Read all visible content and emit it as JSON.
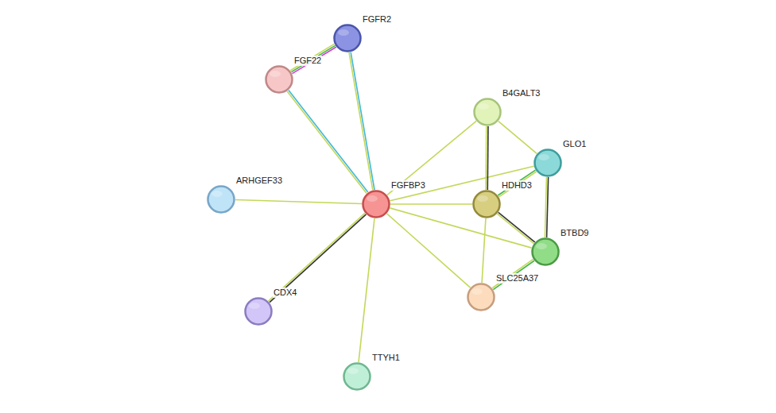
{
  "diagram": {
    "nodes": [
      {
        "text": [
          "FGFR2"
        ]
      },
      {
        "text": [
          "FGF22"
        ]
      },
      {
        "text": [
          "B4GALT3"
        ]
      },
      {
        "text": [
          "GLO1"
        ]
      },
      {
        "text": [
          "ARHGEF33"
        ]
      },
      {
        "text": [
          "FGFBP3"
        ]
      },
      {
        "text": [
          "HDHD3"
        ]
      },
      {
        "text": [
          "BTBD9"
        ]
      },
      {
        "text": [
          "SLC25A37"
        ]
      },
      {
        "text": [
          "CDX4"
        ]
      },
      {
        "text": [
          "TTYH1"
        ]
      }
    ],
    "edges": [
      {
        "from": 0,
        "to": 1,
        "arrow": "none"
      },
      {
        "from": 1,
        "to": 5,
        "arrow": "none"
      },
      {
        "from": 0,
        "to": 5,
        "arrow": "none"
      },
      {
        "from": 5,
        "to": 4,
        "arrow": "none"
      },
      {
        "from": 5,
        "to": 9,
        "arrow": "none"
      },
      {
        "from": 5,
        "to": 10,
        "arrow": "none"
      },
      {
        "from": 5,
        "to": 2,
        "arrow": "none"
      },
      {
        "from": 5,
        "to": 3,
        "arrow": "none"
      },
      {
        "from": 5,
        "to": 6,
        "arrow": "none"
      },
      {
        "from": 5,
        "to": 7,
        "arrow": "none"
      },
      {
        "from": 5,
        "to": 8,
        "arrow": "none"
      },
      {
        "from": 2,
        "to": 3,
        "arrow": "none"
      },
      {
        "from": 2,
        "to": 6,
        "arrow": "none"
      },
      {
        "from": 6,
        "to": 3,
        "arrow": "none"
      },
      {
        "from": 6,
        "to": 7,
        "arrow": "none"
      },
      {
        "from": 3,
        "to": 7,
        "arrow": "none"
      },
      {
        "from": 6,
        "to": 8,
        "arrow": "none"
      },
      {
        "from": 7,
        "to": 8,
        "arrow": "none"
      }
    ]
  }
}
